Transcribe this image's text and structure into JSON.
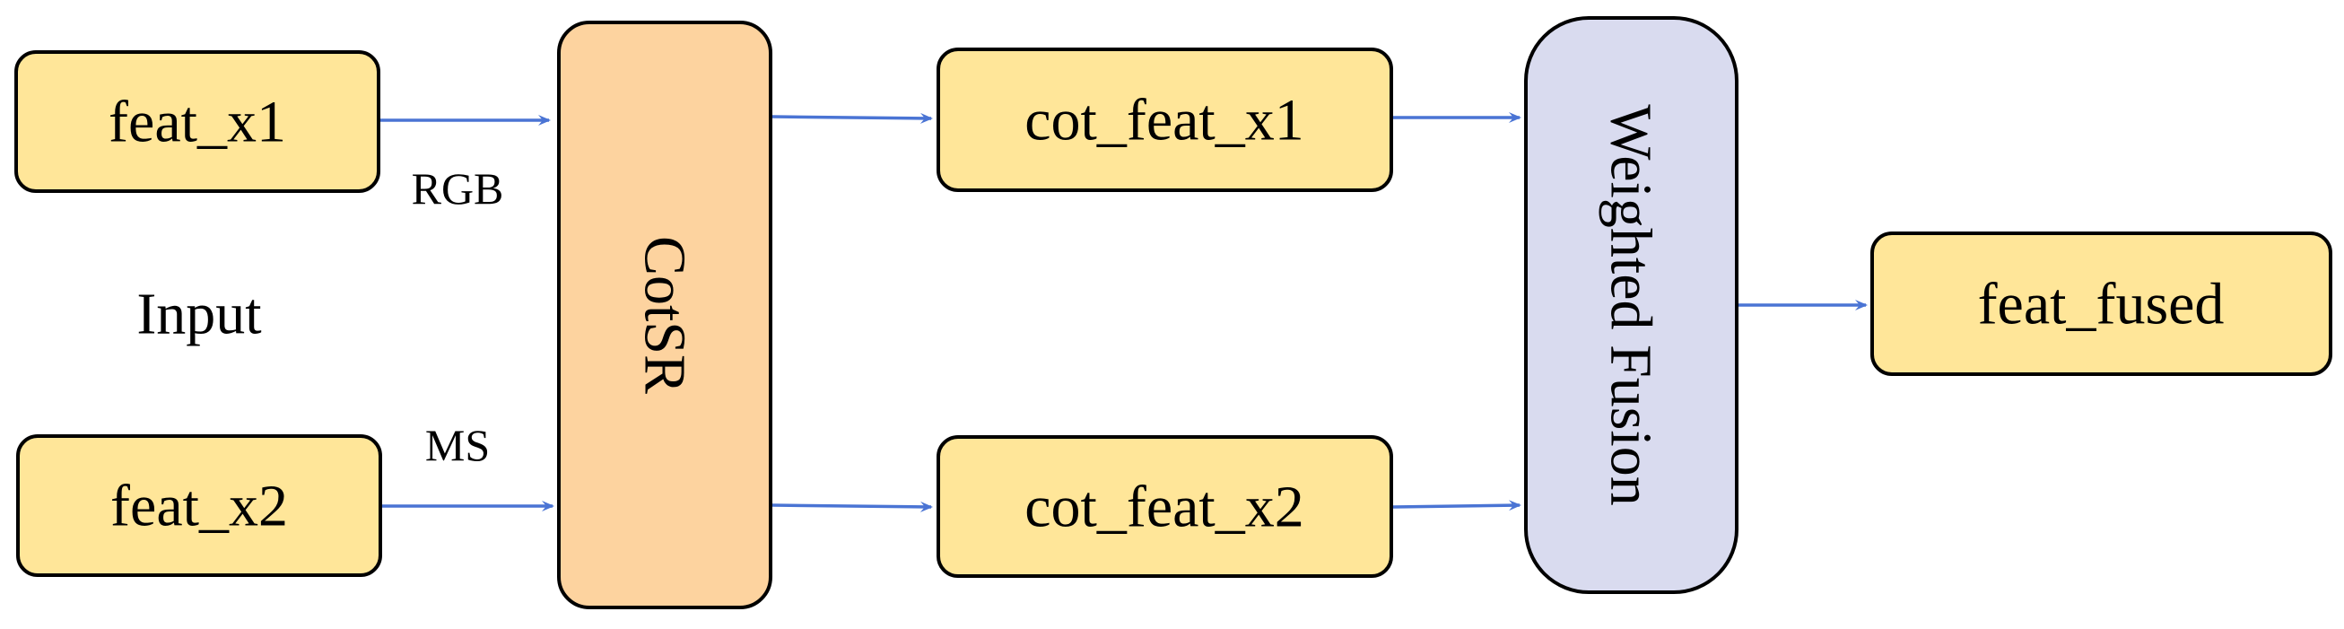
{
  "colors": {
    "feature_box": "#ffe699",
    "cotsr_box": "#fdd39f",
    "fusion_box": "#d9dbef",
    "border": "#000000",
    "arrow": "#4a74d4"
  },
  "nodes": {
    "feat_x1": "feat_x1",
    "feat_x2": "feat_x2",
    "input_label": "Input",
    "cotsr": "CotSR",
    "cot_feat_x1": "cot_feat_x1",
    "cot_feat_x2": "cot_feat_x2",
    "weighted_fusion": "Weighted Fusion",
    "feat_fused": "feat_fused"
  },
  "edge_labels": {
    "rgb": "RGB",
    "ms": "MS"
  }
}
